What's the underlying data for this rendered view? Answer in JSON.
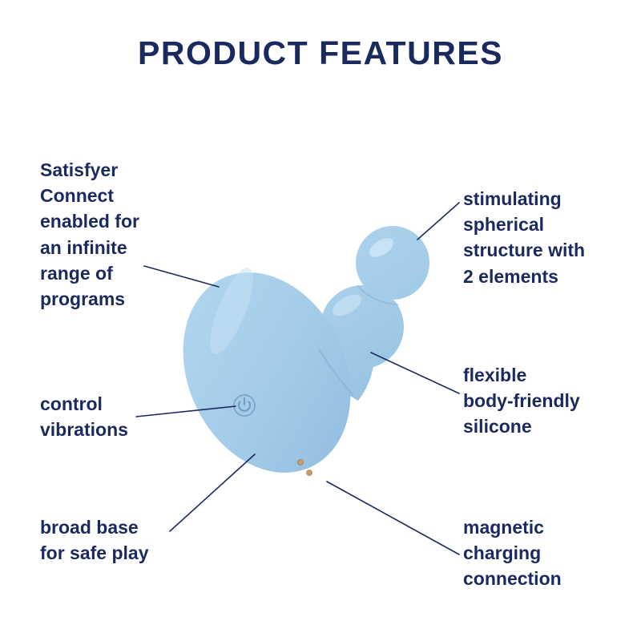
{
  "title": "PRODUCT FEATURES",
  "features": [
    {
      "name": "satisfyer-connect",
      "text": "Satisfyer\nConnect\nenabled for\nan infinite\nrange of\nprograms"
    },
    {
      "name": "stimulating-structure",
      "text": "stimulating\nspherical\nstructure with\n2 elements"
    },
    {
      "name": "control-vibrations",
      "text": "control\nvibrations"
    },
    {
      "name": "flexible-silicone",
      "text": "flexible\nbody-friendly\nsilicone"
    },
    {
      "name": "broad-base",
      "text": "broad base\nfor safe play"
    },
    {
      "name": "magnetic-charging",
      "text": "magnetic\ncharging\nconnection"
    }
  ],
  "colors": {
    "text_navy": "#1b2a5e",
    "connector_line": "#1b2a5e",
    "product_blue": "#a2cbe8",
    "product_blue_light": "#c6e1f4",
    "product_blue_dark": "#8db8dc",
    "power_icon_blue": "#6f9dc6",
    "charging_contact_gold": "#c99c6b",
    "background": "#ffffff"
  }
}
